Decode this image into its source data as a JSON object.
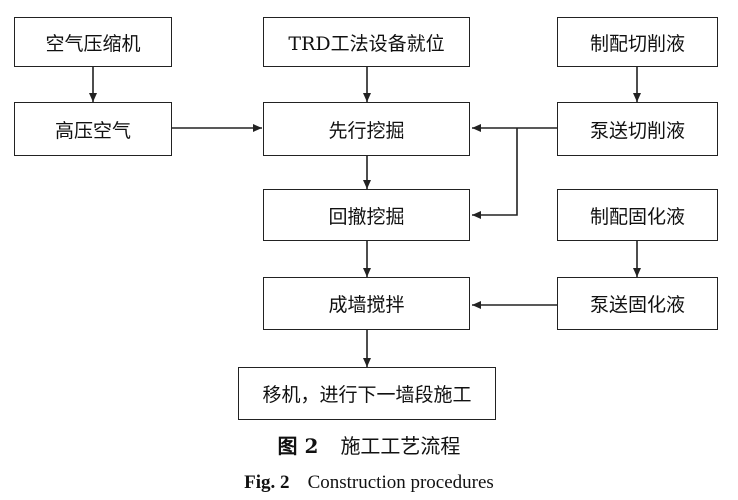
{
  "nodes": {
    "air_compressor": "空气压缩机",
    "high_pressure_air": "高压空气",
    "trd_in_place": "TRD工法设备就位",
    "pre_excavation": "先行挖掘",
    "retreat_excavation": "回撤挖掘",
    "wall_mixing": "成墙搅拌",
    "move_next_section": "移机，进行下一墙段施工",
    "prepare_cutting_fluid": "制配切削液",
    "pump_cutting_fluid": "泵送切削液",
    "prepare_solidifying_fluid": "制配固化液",
    "pump_solidifying_fluid": "泵送固化液"
  },
  "caption": {
    "cn_fig": "图 2",
    "cn_title": "施工工艺流程",
    "en_fig": "Fig. 2",
    "en_title": "Construction procedures"
  }
}
